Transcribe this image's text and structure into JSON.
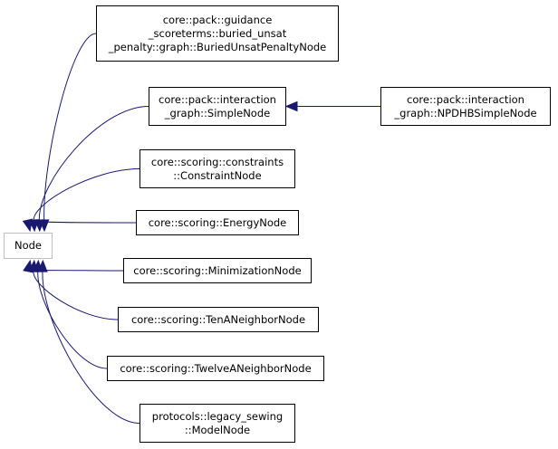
{
  "diagram": {
    "type": "inheritance-graph",
    "colors": {
      "edge": "#191970",
      "arrowhead": "#191970",
      "border": "#000000",
      "root_border": "#bfbfbf"
    },
    "root": {
      "id": "node",
      "lines": [
        "Node"
      ]
    },
    "nodes": [
      {
        "id": "buried-unsat-penalty-node",
        "lines": [
          "core::pack::guidance",
          "_scoreterms::buried_unsat",
          "_penalty::graph::BuriedUnsatPenaltyNode"
        ]
      },
      {
        "id": "simple-node",
        "lines": [
          "core::pack::interaction",
          "_graph::SimpleNode"
        ]
      },
      {
        "id": "npdhb-simple-node",
        "lines": [
          "core::pack::interaction",
          "_graph::NPDHBSimpleNode"
        ]
      },
      {
        "id": "constraint-node",
        "lines": [
          "core::scoring::constraints",
          "::ConstraintNode"
        ]
      },
      {
        "id": "energy-node",
        "lines": [
          "core::scoring::EnergyNode"
        ]
      },
      {
        "id": "minimization-node",
        "lines": [
          "core::scoring::MinimizationNode"
        ]
      },
      {
        "id": "ten-a-neighbor-node",
        "lines": [
          "core::scoring::TenANeighborNode"
        ]
      },
      {
        "id": "twelve-a-neighbor-node",
        "lines": [
          "core::scoring::TwelveANeighborNode"
        ]
      },
      {
        "id": "model-node",
        "lines": [
          "protocols::legacy_sewing",
          "::ModelNode"
        ]
      }
    ],
    "edges": [
      {
        "from": "buried-unsat-penalty-node",
        "to": "node"
      },
      {
        "from": "simple-node",
        "to": "node"
      },
      {
        "from": "constraint-node",
        "to": "node"
      },
      {
        "from": "energy-node",
        "to": "node"
      },
      {
        "from": "minimization-node",
        "to": "node"
      },
      {
        "from": "ten-a-neighbor-node",
        "to": "node"
      },
      {
        "from": "twelve-a-neighbor-node",
        "to": "node"
      },
      {
        "from": "model-node",
        "to": "node"
      },
      {
        "from": "npdhb-simple-node",
        "to": "simple-node"
      }
    ]
  }
}
